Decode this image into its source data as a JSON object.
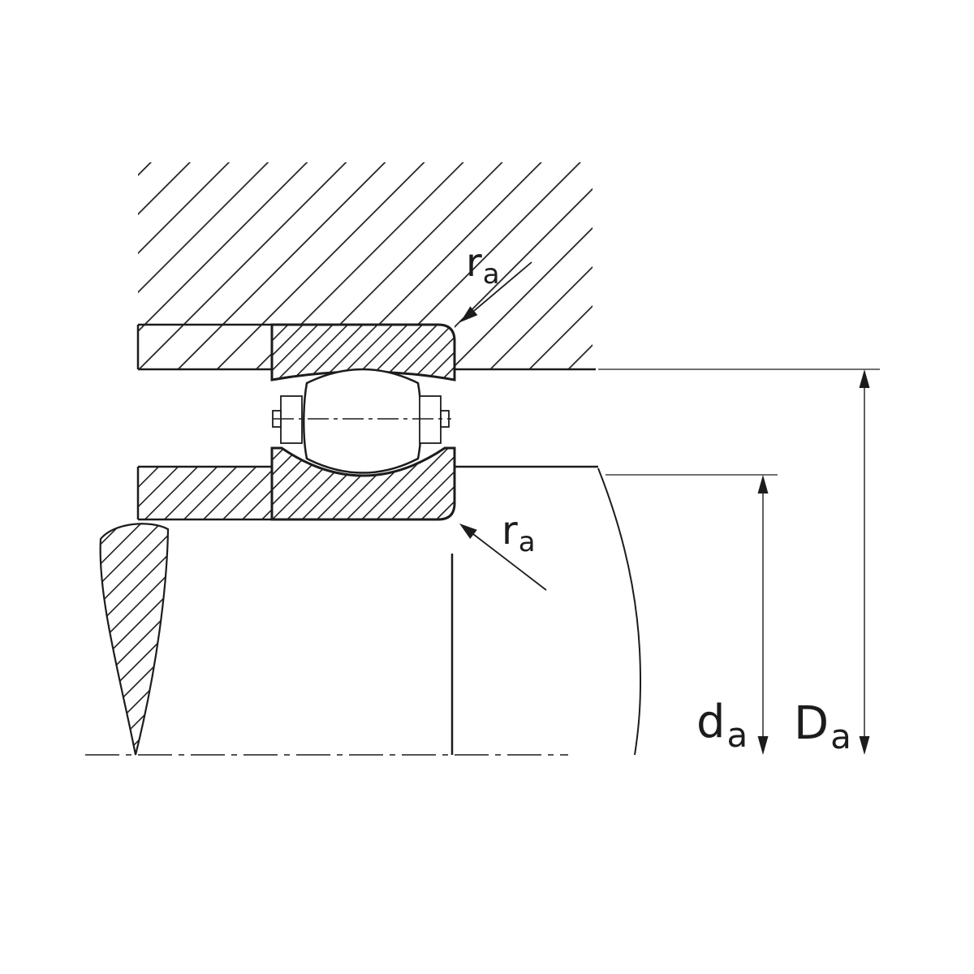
{
  "figure": {
    "kind": "bearing-mounting-cross-section",
    "colors": {
      "ink": "#1c1c1c",
      "paper": "#ffffff"
    },
    "labels": {
      "ra_top": {
        "main": "r",
        "sub": "a"
      },
      "ra_bottom": {
        "main": "r",
        "sub": "a"
      },
      "da": {
        "main": "d",
        "sub": "a"
      },
      "Da": {
        "main": "D",
        "sub": "a"
      }
    }
  }
}
